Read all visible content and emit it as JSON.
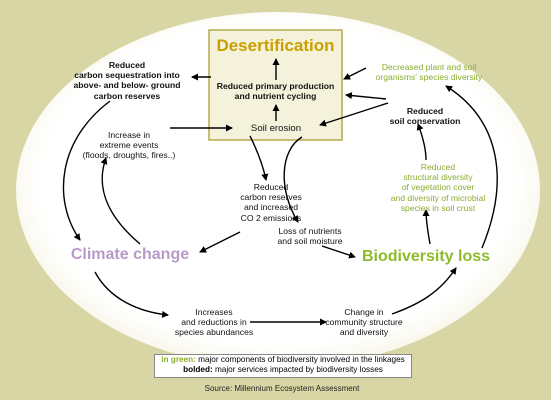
{
  "boxes": {
    "desertification": "Desertification",
    "climate_change": "Climate change",
    "biodiversity_loss": "Biodiversity loss"
  },
  "nodes": {
    "reduced_primary_production": "Reduced primary production\nand nutrient cycling",
    "soil_erosion": "Soil erosion",
    "reduced_carbon_sequestration": "Reduced\ncarbon sequestration into\nabove- and below- ground\ncarbon reserves",
    "extreme_events": "Increase in\nextreme events\n(floods, droughts, fires..)",
    "reduced_carbon_reserves": "Reduced\ncarbon reserves\nand increased\nCO 2 emissions",
    "loss_nutrients": "Loss of nutrients\nand soil moisture",
    "decreased_diversity": "Decreased plant and soil\norganisms' species diversity",
    "reduced_soil_conservation": "Reduced\nsoil conservation",
    "reduced_structural_diversity": "Reduced\nstructural diversity\nof vegetation cover\nand diversity of microbial\nspecies in soil crust",
    "species_abundances": "Increases\nand reductions in\nspecies abundances",
    "community_change": "Change in\ncommunity structure\nand diversity"
  },
  "legend": {
    "green_key": "in green:",
    "green_text": " major components of biodiversity involved in the linkages",
    "bold_key": "bolded:",
    "bold_text": " major services impacted by biodiversity losses"
  },
  "source": "Source: Millennium Ecosystem Assessment",
  "colors": {
    "background": "#d9d6a6",
    "desertification": "#c9a000",
    "climate_change": "#b89ac9",
    "biodiversity_loss": "#8dbb2a",
    "green_text": "#8aad2e"
  }
}
